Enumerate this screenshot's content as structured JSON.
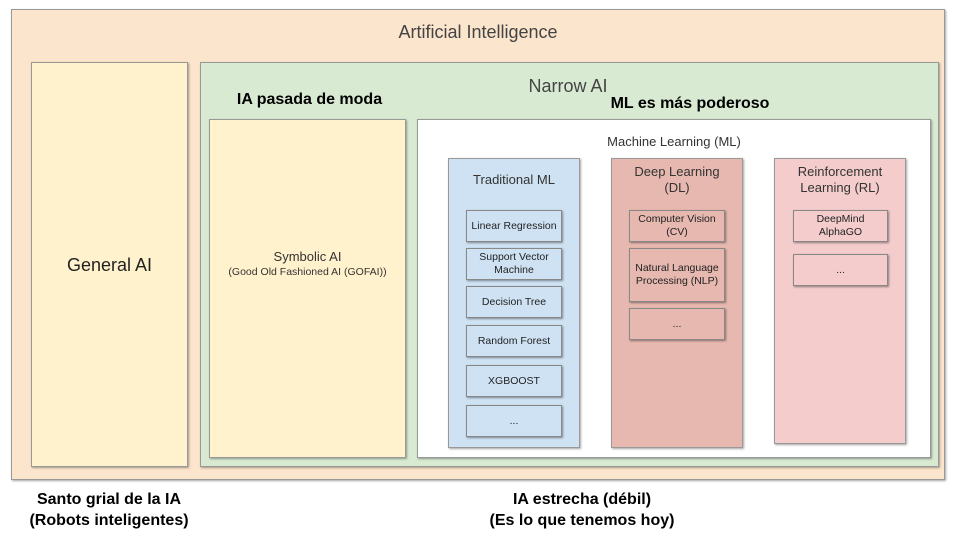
{
  "outer": {
    "title": "Artificial Intelligence",
    "fill": "#fce5cd"
  },
  "general_ai": {
    "label": "General AI",
    "fill": "#fff2cc",
    "caption_line1": "Santo grial de la IA",
    "caption_line2": "(Robots inteligentes)"
  },
  "narrow_ai": {
    "title": "Narrow AI",
    "fill": "#d9ead3",
    "caption_line1": "IA estrecha (débil)",
    "caption_line2": "(Es lo que tenemos hoy)"
  },
  "symbolic": {
    "heading": "IA pasada de moda",
    "label": "Symbolic AI",
    "sublabel": "(Good Old Fashioned AI (GOFAI))",
    "fill": "#fff2cc"
  },
  "ml": {
    "heading": "ML es más poderoso",
    "title": "Machine Learning (ML)",
    "fill": "#ffffff",
    "columns": [
      {
        "title": "Traditional ML",
        "fill": "#cfe2f3",
        "items": [
          "Linear Regression",
          "Support Vector Machine",
          "Decision Tree",
          "Random Forest",
          "XGBOOST",
          "..."
        ]
      },
      {
        "title": "Deep Learning (DL)",
        "fill": "#e6b8af",
        "items": [
          "Computer Vision (CV)",
          "Natural Language Processing (NLP)",
          "..."
        ]
      },
      {
        "title": "Reinforcement Learning (RL)",
        "fill": "#f4cccc",
        "items": [
          "DeepMind AlphaGO",
          "..."
        ]
      }
    ]
  }
}
